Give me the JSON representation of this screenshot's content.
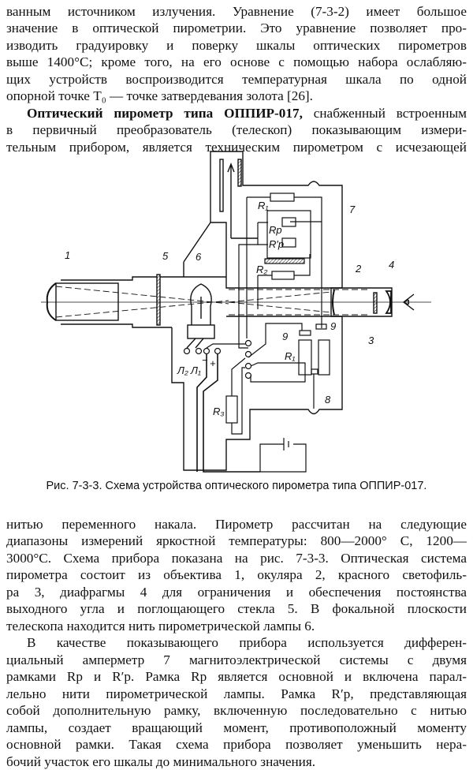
{
  "paragraph_1": {
    "lines": [
      "ванным источником излучения. Уравнение (7-3-2) имеет большое",
      "значение в оптической пирометрии. Это уравнение позволяет про-",
      "изводить градуировку и поверку шкалы оптических пирометров",
      "выше 1400°С; кроме того, на его основе с помощью набора ослабляю-",
      "щих устройств воспроизводится температурная шкала по одной",
      "опорной точке T₀ — точке затвердевания золота [26]."
    ]
  },
  "paragraph_2": {
    "bold_lead": "Оптический пирометр типа ОППИР-017,",
    "lines": [
      "снабженный встроенным",
      "в первичный преобразователь (телескоп) показывающим измери-",
      "тельным прибором, является техническим пирометром с исчезающей"
    ]
  },
  "figure": {
    "labels": {
      "objective": "1",
      "eyepiece": "2",
      "red_filter": "3",
      "diaphragm": "4",
      "absorbing_glass": "5",
      "lamp": "6",
      "ammeter": "7",
      "slider": "8",
      "contact_left": "9",
      "contact_right": "9",
      "r1_top": "R₁",
      "r1_lower": "R₁",
      "r2": "R₂",
      "r3": "R₃",
      "rp": "Rp",
      "rp_prime": "R′p",
      "lamp_l2": "Л₂",
      "lamp_l1": "Л₁",
      "minus": "−",
      "plus": "+"
    },
    "caption": "Рис. 7-3-3. Схема устройства оптического пирометра типа ОППИР-017."
  },
  "paragraph_3": {
    "lines": [
      "нитью переменного накала. Пирометр рассчитан на следующие",
      "диапазоны измерений яркостной температуры: 800—2000° С, 1200—",
      "3000°С. Схема прибора показана на рис. 7-3-3. Оптическая система",
      "пирометра состоит из объектива 1, окуляра 2, красного светофиль-",
      "ра 3, диафрагмы 4 для ограничения и обеспечения постоянства",
      "выходного угла и поглощающего стекла 5. В фокальной плоскости",
      "телескопа находится нить пирометрической лампы 6."
    ]
  },
  "paragraph_4": {
    "lines": [
      "В качестве показывающего прибора используется дифферен-",
      "циальный амперметр 7 магнитоэлектрической системы с двумя",
      "рамками Rp и R′p. Рамка Rp является основной и включена парал-",
      "лельно нити пирометрической лампы. Рамка R′p, представляющая",
      "собой дополнительную рамку, включенную последовательно с нитью",
      "лампы, создает вращающий момент, противоположный моменту",
      "основной рамки. Такая схема прибора позволяет уменьшить нера-",
      "бочий участок его шкалы до минимального значения."
    ]
  }
}
